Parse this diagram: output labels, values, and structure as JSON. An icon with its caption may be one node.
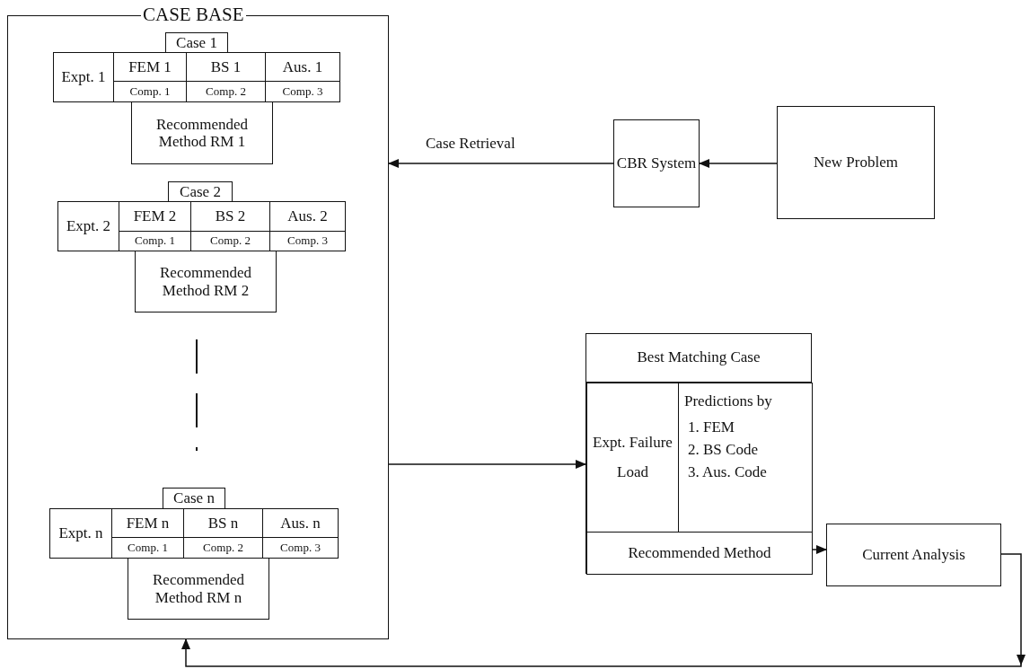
{
  "diagram": {
    "nodes": [
      {
        "text": [
          "CASE BASE"
        ]
      },
      {
        "text": [
          "Case 1"
        ],
        "in": 0
      },
      {
        "text": [
          "Expt. 1"
        ],
        "in": 0
      },
      {
        "text": [
          "FEM 1"
        ],
        "in": 0
      },
      {
        "text": [
          "BS 1"
        ],
        "in": 0
      },
      {
        "text": [
          "Aus. 1"
        ],
        "in": 0
      },
      {
        "text": [
          "Comp. 1"
        ],
        "in": 0
      },
      {
        "text": [
          "Comp. 2"
        ],
        "in": 0
      },
      {
        "text": [
          "Comp. 3"
        ],
        "in": 0
      },
      {
        "text": [
          "Recommended Method RM 1"
        ],
        "in": 0
      },
      {
        "text": [
          "Case 2"
        ],
        "in": 0
      },
      {
        "text": [
          "Expt. 2"
        ],
        "in": 0
      },
      {
        "text": [
          "FEM 2"
        ],
        "in": 0
      },
      {
        "text": [
          "BS 2"
        ],
        "in": 0
      },
      {
        "text": [
          "Aus. 2"
        ],
        "in": 0
      },
      {
        "text": [
          "Comp. 1"
        ],
        "in": 0
      },
      {
        "text": [
          "Comp. 2"
        ],
        "in": 0
      },
      {
        "text": [
          "Comp. 3"
        ],
        "in": 0
      },
      {
        "text": [
          "Recommended Method RM 2"
        ],
        "in": 0
      },
      {
        "text": [
          "Case n"
        ],
        "in": 0
      },
      {
        "text": [
          "Expt. n"
        ],
        "in": 0
      },
      {
        "text": [
          "FEM n"
        ],
        "in": 0
      },
      {
        "text": [
          "BS n"
        ],
        "in": 0
      },
      {
        "text": [
          "Aus. n"
        ],
        "in": 0
      },
      {
        "text": [
          "Comp. 1"
        ],
        "in": 0
      },
      {
        "text": [
          "Comp. 2"
        ],
        "in": 0
      },
      {
        "text": [
          "Comp. 3"
        ],
        "in": 0
      },
      {
        "text": [
          "Recommended Method RM n"
        ],
        "in": 0
      },
      {
        "text": [
          "CBR System"
        ]
      },
      {
        "text": [
          "New Problem"
        ]
      },
      {
        "text": [
          "Best Matching Case"
        ]
      },
      {
        "text": [
          "Expt. Failure Load"
        ],
        "in": 30
      },
      {
        "text": [
          "Predictions by",
          "1. FEM",
          "2. BS Code",
          "3. Aus. Code"
        ],
        "in": 30
      },
      {
        "text": [
          "Recommended Method"
        ],
        "in": 30
      },
      {
        "text": [
          "Current Analysis"
        ]
      }
    ],
    "edges": [
      {
        "from": 29,
        "to": 28,
        "arrow": "to"
      },
      {
        "from": 28,
        "to": 0,
        "arrow": "to",
        "label": "Case Retrieval"
      },
      {
        "from": 0,
        "to": 30,
        "arrow": "to"
      },
      {
        "from": 33,
        "to": 34,
        "arrow": "to"
      },
      {
        "from": 34,
        "to": 0,
        "arrow": "to"
      }
    ]
  }
}
